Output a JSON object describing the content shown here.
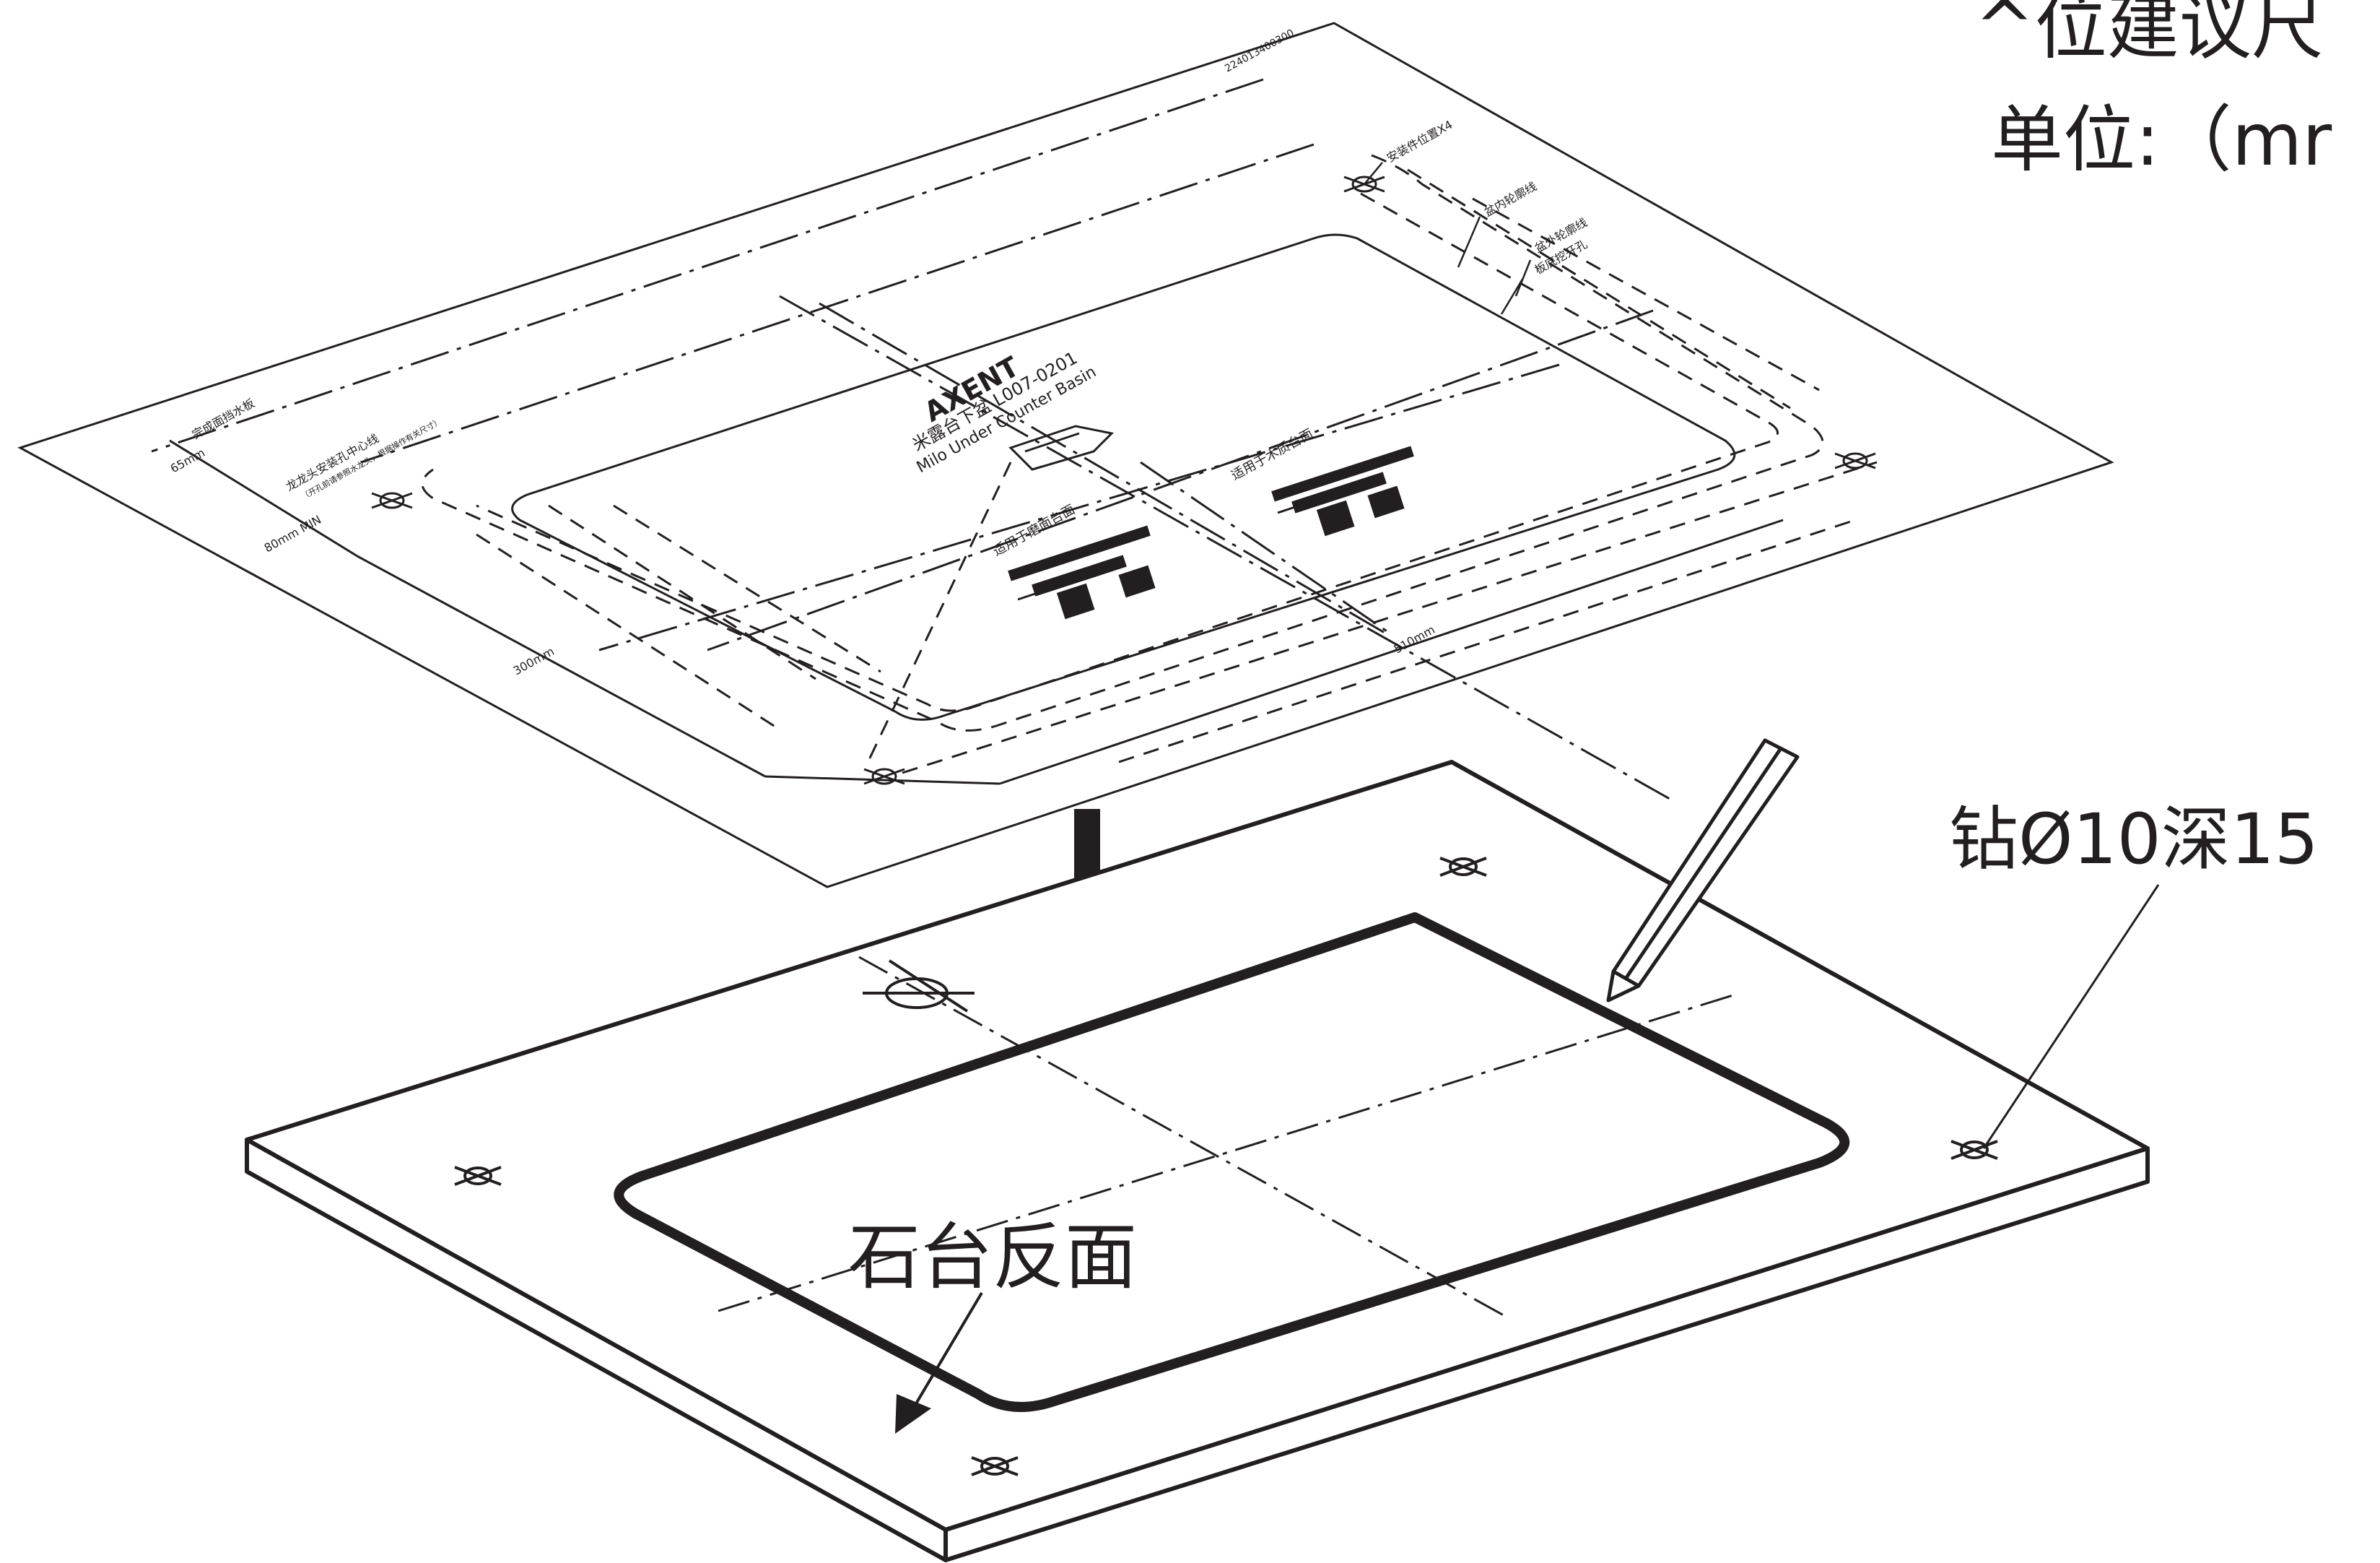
{
  "header": {
    "line1": "^位建议尺",
    "line2": "单位:（mr"
  },
  "template": {
    "code": "224013400300",
    "brand": "AXENT",
    "product_cn": "米露台下盆 L007-0201",
    "product_en": "Milo Under Counter Basin",
    "fix_position": "安装件位置X4",
    "inner_contour": "盆内轮廓线",
    "outer_contour": "盆外轮廓线",
    "cut_hole": "板底挖开孔",
    "finished_edge": "完成面挡水板",
    "faucet_center": "龙龙头安装孔中心线",
    "faucet_note": "（开孔前请参照水龙头，根据操作有关尺寸）",
    "dim_65": "65mm",
    "dim_80": "80mm MIN",
    "dim_300": "300mm",
    "dim_510": "510mm",
    "polished_counter": "适用于磨面台面",
    "rough_counter": "适用于木质台面"
  },
  "callouts": {
    "drill": "钻Ø10深15",
    "counter_back": "石台反面"
  },
  "colors": {
    "ink": "#231f20",
    "background": "#ffffff"
  }
}
